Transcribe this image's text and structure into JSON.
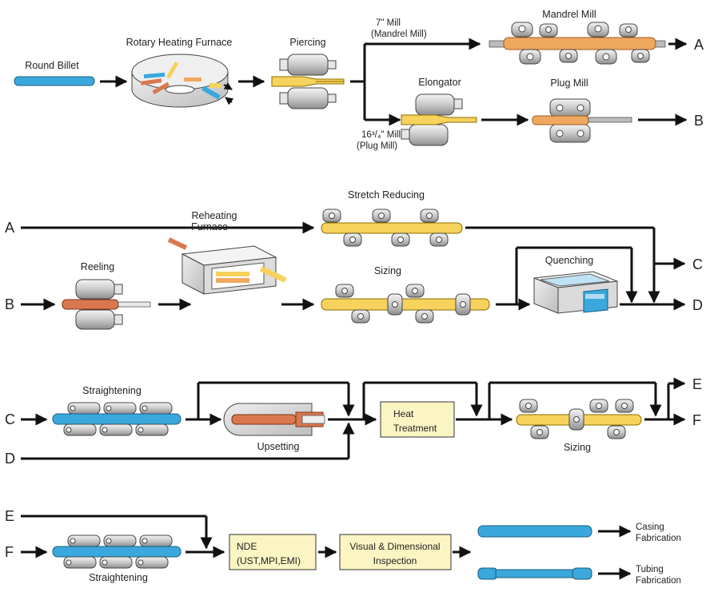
{
  "colors": {
    "blue_tube": "#3aa8dc",
    "orange_tube": "#f0a860",
    "copper_tube": "#d9784f",
    "yellow_tube": "#f7d25c",
    "box_fill": "#fbf5c4",
    "arrow": "#111111"
  },
  "row1": {
    "round_billet": "Round Billet",
    "rotary_furnace": "Rotary Heating Furnace",
    "piercing": "Piercing",
    "mill_7_line1": "7\" Mill",
    "mill_7_line2": "(Mandrel Mill)",
    "mandrel_mill": "Mandrel Mill",
    "elongator": "Elongator",
    "plug_mill": "Plug Mill",
    "mill_16_line1": "16³/₄\" Mill",
    "mill_16_line2": "(Plug Mill)",
    "out_a": "A",
    "out_b": "B"
  },
  "row2": {
    "in_a": "A",
    "in_b": "B",
    "reheating_line1": "Reheating",
    "reheating_line2": "Furnace",
    "stretch_reducing": "Stretch Reducing",
    "reeling": "Reeling",
    "sizing": "Sizing",
    "quenching": "Quenching",
    "out_c": "C",
    "out_d": "D"
  },
  "row3": {
    "in_c": "C",
    "in_d": "D",
    "straightening": "Straightening",
    "upsetting": "Upsetting",
    "heat_treatment_line1": "Heat",
    "heat_treatment_line2": "Treatment",
    "sizing": "Sizing",
    "out_e": "E",
    "out_f": "F"
  },
  "row4": {
    "in_e": "E",
    "in_f": "F",
    "straightening": "Straightening",
    "nde_line1": "NDE",
    "nde_line2": "(UST,MPI,EMI)",
    "inspection_line1": "Visual & Dimensional",
    "inspection_line2": "Inspection",
    "casing_line1": "Casing",
    "casing_line2": "Fabrication",
    "tubing_line1": "Tubing",
    "tubing_line2": "Fabrication"
  }
}
